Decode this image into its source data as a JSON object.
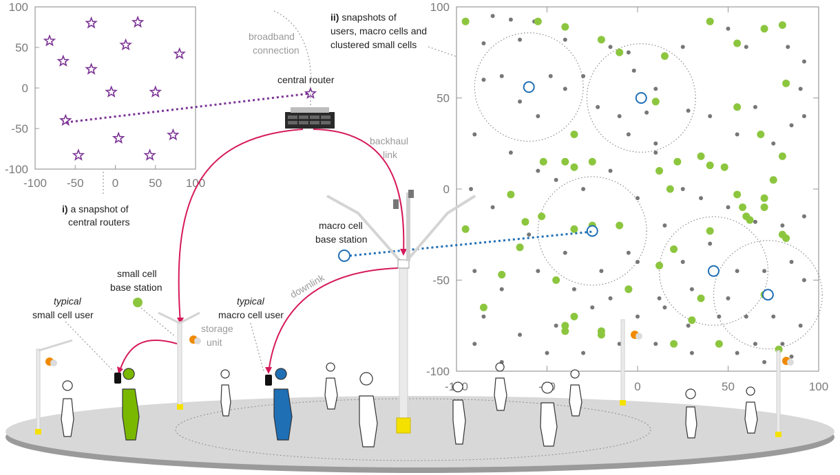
{
  "labels": {
    "central_routers_prefix": "i)",
    "central_routers": "a snapshot of",
    "central_routers_line2": "central routers",
    "snapshots_prefix": "ii)",
    "snapshots_line1": "snapshots of",
    "snapshots_line2": "users, macro cells and",
    "snapshots_line3": "clustered small cells",
    "broadband_line1": "broadband",
    "broadband_line2": "connection",
    "central_router": "central router",
    "backhaul_line1": "backhaul",
    "backhaul_line2": "link",
    "macro_bs_line1": "macro cell",
    "macro_bs_line2": "base station",
    "downlink": "downlink",
    "small_bs_line1": "small cell",
    "small_bs_line2": "base station",
    "storage_line1": "storage",
    "storage_line2": "unit",
    "typical_small_1": "typical",
    "typical_small_2": "small cell user",
    "typical_macro_1": "typical",
    "typical_macro_2": "macro cell user"
  },
  "chart_data": [
    {
      "type": "scatter",
      "name_hidden": true,
      "title": "",
      "xlim": [
        -100,
        100
      ],
      "ylim": [
        -100,
        100
      ],
      "xticks": [
        "-100",
        "-50",
        "0",
        "50",
        "100"
      ],
      "yticks": [
        "100",
        "50",
        "0",
        "-50",
        "-100"
      ],
      "series": [
        {
          "marker": "star",
          "color": "#7b3294",
          "points": [
            [
              -30,
              80
            ],
            [
              28,
              81
            ],
            [
              -82,
              58
            ],
            [
              13,
              53
            ],
            [
              80,
              42
            ],
            [
              -65,
              33
            ],
            [
              -30,
              23
            ],
            [
              -5,
              -5
            ],
            [
              -62,
              -40
            ],
            [
              50,
              -5
            ],
            [
              4,
              -62
            ],
            [
              72,
              -58
            ],
            [
              -46,
              -83
            ],
            [
              43,
              -83
            ]
          ],
          "highlight": [
            -62,
            -40
          ]
        }
      ]
    },
    {
      "type": "scatter",
      "title": "",
      "xlim": [
        -100,
        100
      ],
      "ylim": [
        -100,
        100
      ],
      "xticks": [
        "-100",
        "-50",
        "0",
        "50",
        "100"
      ],
      "yticks": [
        "100",
        "50",
        "0",
        "-50",
        "-100"
      ],
      "macro_cells": [
        [
          -60,
          56
        ],
        [
          2,
          50
        ],
        [
          -25,
          -23
        ],
        [
          42,
          -45
        ],
        [
          72,
          -58
        ]
      ],
      "cluster_circles": [
        [
          -60,
          56,
          30
        ],
        [
          2,
          50,
          30
        ],
        [
          -25,
          -23,
          30
        ],
        [
          42,
          -45,
          30
        ],
        [
          72,
          -58,
          30
        ]
      ],
      "small_cells": [
        [
          -95,
          92
        ],
        [
          -55,
          92
        ],
        [
          -40,
          89
        ],
        [
          -20,
          82
        ],
        [
          -10,
          75
        ],
        [
          40,
          92
        ],
        [
          70,
          88
        ],
        [
          55,
          80
        ],
        [
          80,
          90
        ],
        [
          15,
          73
        ],
        [
          82,
          58
        ],
        [
          10,
          48
        ],
        [
          55,
          45
        ],
        [
          -75,
          -47
        ],
        [
          -65,
          -32
        ],
        [
          -62,
          -18
        ],
        [
          -95,
          -22
        ],
        [
          -85,
          -65
        ],
        [
          -45,
          -50
        ],
        [
          -25,
          -20
        ],
        [
          -35,
          -70
        ],
        [
          -20,
          -78
        ],
        [
          -40,
          -78
        ],
        [
          -5,
          -55
        ],
        [
          12,
          -42
        ],
        [
          20,
          -85
        ],
        [
          30,
          -72
        ],
        [
          35,
          -60
        ],
        [
          45,
          -85
        ],
        [
          60,
          -15
        ],
        [
          70,
          -58
        ],
        [
          78,
          -88
        ],
        [
          80,
          -25
        ],
        [
          82,
          -27
        ],
        [
          40,
          -23
        ],
        [
          20,
          -33
        ],
        [
          22,
          15
        ],
        [
          35,
          18
        ],
        [
          55,
          -3
        ],
        [
          58,
          -10
        ],
        [
          70,
          -5
        ],
        [
          75,
          5
        ],
        [
          80,
          18
        ],
        [
          62,
          -17
        ],
        [
          40,
          13
        ],
        [
          48,
          12
        ],
        [
          18,
          0
        ],
        [
          12,
          10
        ],
        [
          68,
          30
        ],
        [
          70,
          -10
        ],
        [
          -40,
          15
        ],
        [
          -52,
          15
        ],
        [
          -40,
          -75
        ],
        [
          -20,
          -80
        ],
        [
          -10,
          -20
        ],
        [
          -5,
          -55
        ],
        [
          -35,
          -22
        ],
        [
          -53,
          -15
        ],
        [
          -70,
          -3
        ],
        [
          -25,
          15
        ],
        [
          -35,
          12
        ],
        [
          -35,
          30
        ]
      ],
      "users": [
        [
          -80,
          95
        ],
        [
          -70,
          93
        ],
        [
          -57,
          92
        ],
        [
          -85,
          80
        ],
        [
          -65,
          82
        ],
        [
          -40,
          82
        ],
        [
          -15,
          78
        ],
        [
          -5,
          75
        ],
        [
          -2,
          65
        ],
        [
          25,
          78
        ],
        [
          50,
          88
        ],
        [
          60,
          78
        ],
        [
          83,
          78
        ],
        [
          92,
          70
        ],
        [
          90,
          55
        ],
        [
          -85,
          60
        ],
        [
          -75,
          62
        ],
        [
          -65,
          48
        ],
        [
          -55,
          40
        ],
        [
          -48,
          62
        ],
        [
          -40,
          55
        ],
        [
          -30,
          62
        ],
        [
          -22,
          45
        ],
        [
          -10,
          40
        ],
        [
          5,
          42
        ],
        [
          10,
          55
        ],
        [
          -5,
          30
        ],
        [
          10,
          25
        ],
        [
          28,
          43
        ],
        [
          40,
          40
        ],
        [
          55,
          30
        ],
        [
          65,
          45
        ],
        [
          75,
          25
        ],
        [
          85,
          35
        ],
        [
          92,
          40
        ],
        [
          -90,
          30
        ],
        [
          -70,
          20
        ],
        [
          -55,
          10
        ],
        [
          -45,
          5
        ],
        [
          -30,
          0
        ],
        [
          -15,
          10
        ],
        [
          0,
          -5
        ],
        [
          10,
          20
        ],
        [
          25,
          0
        ],
        [
          35,
          -5
        ],
        [
          50,
          -10
        ],
        [
          65,
          -18
        ],
        [
          80,
          -20
        ],
        [
          92,
          -15
        ],
        [
          -92,
          0
        ],
        [
          -80,
          -10
        ],
        [
          -60,
          -25
        ],
        [
          -40,
          -35
        ],
        [
          -20,
          -45
        ],
        [
          0,
          -40
        ],
        [
          15,
          -20
        ],
        [
          25,
          -40
        ],
        [
          40,
          -30
        ],
        [
          55,
          -45
        ],
        [
          70,
          -45
        ],
        [
          85,
          -40
        ],
        [
          92,
          -50
        ],
        [
          -90,
          -45
        ],
        [
          -75,
          -55
        ],
        [
          -55,
          -45
        ],
        [
          -35,
          -55
        ],
        [
          -15,
          -60
        ],
        [
          0,
          -70
        ],
        [
          15,
          -65
        ],
        [
          30,
          -55
        ],
        [
          50,
          -60
        ],
        [
          60,
          -70
        ],
        [
          75,
          -70
        ],
        [
          90,
          -75
        ],
        [
          -85,
          -70
        ],
        [
          -65,
          -80
        ],
        [
          -50,
          -90
        ],
        [
          -30,
          -90
        ],
        [
          -10,
          -85
        ],
        [
          10,
          -85
        ],
        [
          30,
          -90
        ],
        [
          55,
          -90
        ],
        [
          70,
          -95
        ],
        [
          85,
          -92
        ],
        [
          -75,
          -95
        ],
        [
          -90,
          -85
        ],
        [
          -45,
          -75
        ],
        [
          -25,
          -65
        ],
        [
          -5,
          -35
        ],
        [
          12,
          -60
        ],
        [
          28,
          -75
        ],
        [
          45,
          -70
        ],
        [
          65,
          -85
        ],
        [
          80,
          -85
        ]
      ]
    }
  ]
}
